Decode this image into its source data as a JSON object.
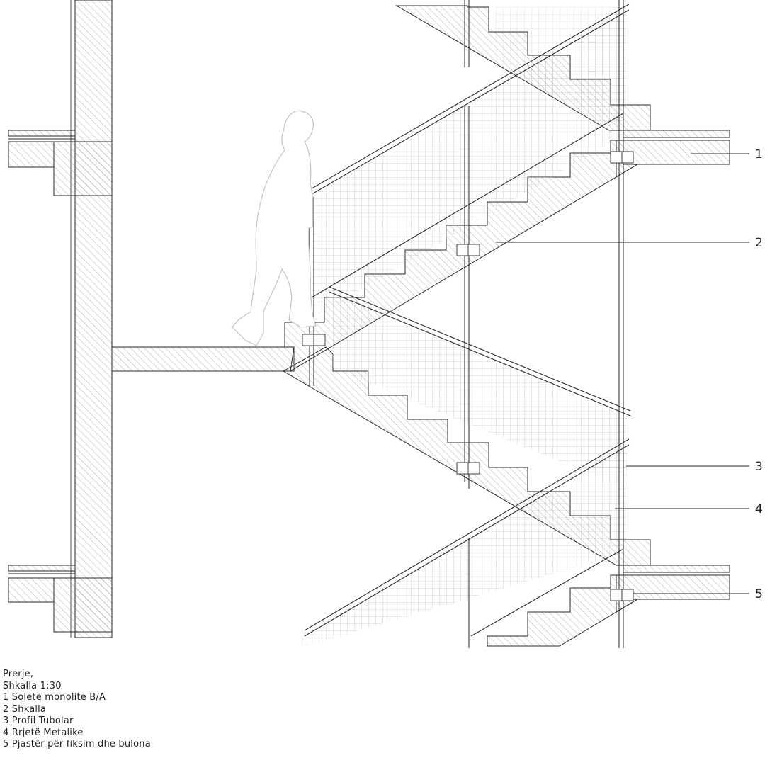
{
  "caption": {
    "title_line1": "Prerje,",
    "title_line2": "Shkalla 1:30"
  },
  "legend": [
    {
      "number": "1",
      "text": "1 Soletë monolite B/A"
    },
    {
      "number": "2",
      "text": "2 Shkalla"
    },
    {
      "number": "3",
      "text": "3 Profil Tubolar"
    },
    {
      "number": "4",
      "text": "4 Rrjetë Metalike"
    },
    {
      "number": "5",
      "text": "5 Pjastër për fiksim dhe bulona"
    }
  ],
  "colors": {
    "line": "#2a2a2a",
    "hatch": "#8c8c8c",
    "mesh": "#a8a8a8",
    "figure": "#c4c4c4"
  }
}
